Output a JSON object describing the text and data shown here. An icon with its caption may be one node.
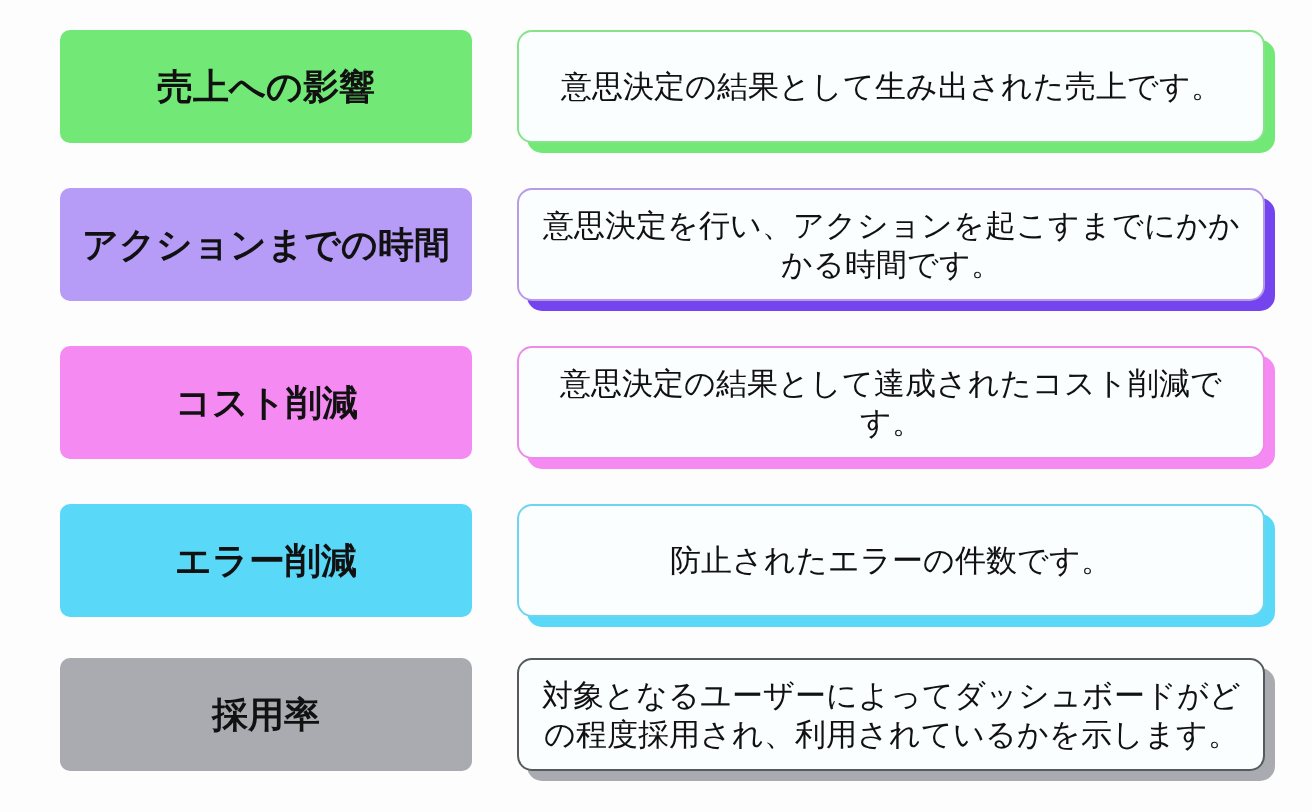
{
  "diagram": {
    "nodes": [
      {
        "text": [
          "売上への影響"
        ]
      },
      {
        "text": [
          "意思決定の結果として生み出された売上です。"
        ]
      },
      {
        "text": [
          "アクションまでの時間"
        ]
      },
      {
        "text": [
          "意思決定を行い、アクションを起こすまでにかかかる時間です。"
        ]
      },
      {
        "text": [
          "コスト削減"
        ]
      },
      {
        "text": [
          "意思決定の結果として達成されたコスト削減です。"
        ]
      },
      {
        "text": [
          "エラー削減"
        ]
      },
      {
        "text": [
          "防止されたエラーの件数です。"
        ]
      },
      {
        "text": [
          "採用率"
        ]
      },
      {
        "text": [
          "対象となるユーザーによってダッシュボードがどの程度採用され、利用されているかを示します。"
        ]
      }
    ]
  }
}
